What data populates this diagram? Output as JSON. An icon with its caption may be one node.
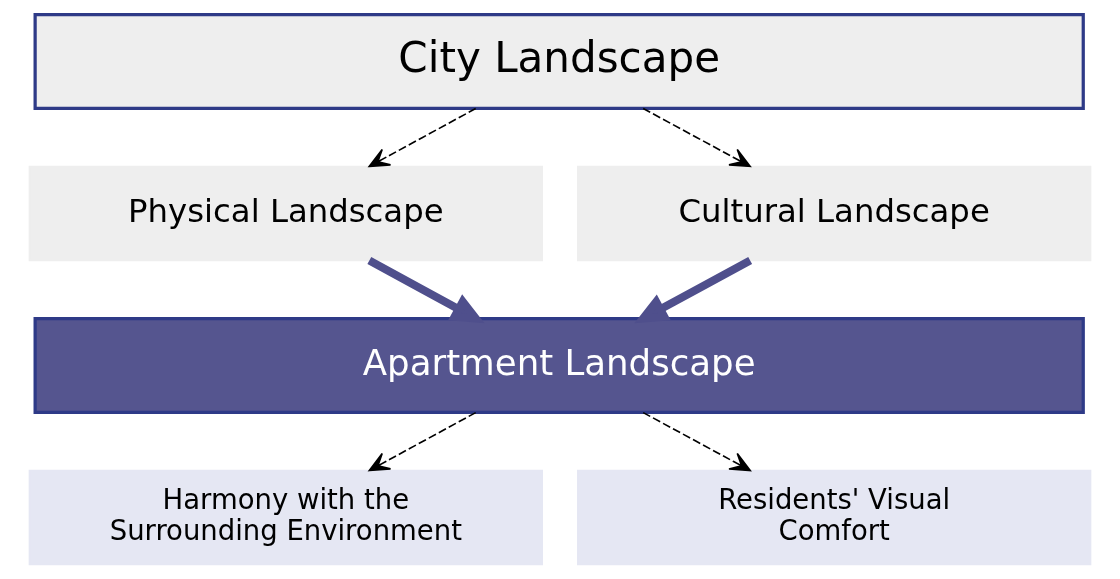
{
  "diagram": {
    "nodes": [
      {
        "text": [
          "City Landscape"
        ]
      },
      {
        "text": [
          "Physical Landscape"
        ]
      },
      {
        "text": [
          "Cultural Landscape"
        ]
      },
      {
        "text": [
          "Apartment Landscape"
        ]
      },
      {
        "text": [
          "Harmony with the Surrounding Environment"
        ]
      },
      {
        "text": [
          "Residents' Visual Comfort"
        ]
      }
    ],
    "edges": [
      {
        "from": 0,
        "to": 1,
        "arrow": "to",
        "style": "dashed"
      },
      {
        "from": 0,
        "to": 2,
        "arrow": "to",
        "style": "dashed"
      },
      {
        "from": 1,
        "to": 3,
        "arrow": "to",
        "style": "thick",
        "color": "#4f4f8c"
      },
      {
        "from": 2,
        "to": 3,
        "arrow": "to",
        "style": "thick",
        "color": "#4f4f8c"
      },
      {
        "from": 3,
        "to": 4,
        "arrow": "to",
        "style": "dashed"
      },
      {
        "from": 3,
        "to": 5,
        "arrow": "to",
        "style": "dashed"
      }
    ]
  }
}
